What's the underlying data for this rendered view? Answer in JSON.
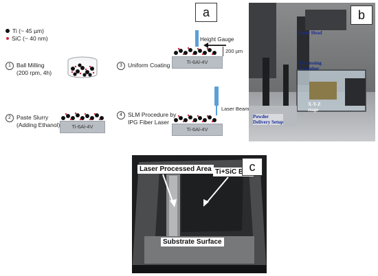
{
  "panel_a": {
    "label": "a",
    "legend": [
      {
        "text": "Ti (~ 45 µm)",
        "icon": "ti-particle-icon"
      },
      {
        "text": "SiC (~ 40 nm)",
        "icon": "sic-particle-icon"
      }
    ],
    "steps": [
      {
        "num": "1",
        "text": "Ball Milling\n(200 rpm, 4h)"
      },
      {
        "num": "2",
        "text": "Paste Slurry\n(Adding Ethanol)"
      },
      {
        "num": "3",
        "text": "Uniform Coating"
      },
      {
        "num": "4",
        "text": "SLM Procedure by\nIPG Fiber Laser"
      }
    ],
    "substrate_label": "Ti-6Al-4V",
    "height_gauge": "Height Gauge",
    "thickness": "200 µm",
    "laser_beam": "Laser Beam"
  },
  "panel_b": {
    "label": "b",
    "laser_head": "Laser Head",
    "processing_chamber": "Processing\nChamber",
    "xyz_stage": "X-Y-Z\nstage",
    "powder_delivery": "Powder\nDelivery Setup"
  },
  "panel_c": {
    "label": "c",
    "laser_area": "Laser Processed Area",
    "bed": "Ti+SiC Bed",
    "substrate_surface": "Substrate Surface"
  },
  "colors": {
    "ti": "#111111",
    "sic": "#d0263e",
    "substrate": "#b9bec4",
    "gauge": "#5aa0d8",
    "photo_label": "#0d2a8a"
  }
}
